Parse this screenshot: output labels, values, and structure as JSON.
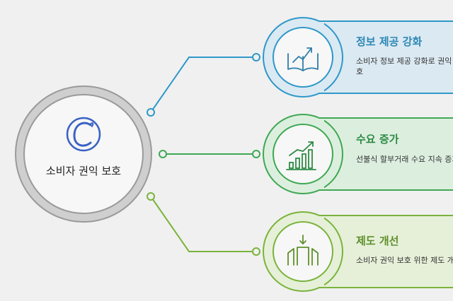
{
  "center": {
    "icon": "copyright-c-icon",
    "label": "소비자 권익 보호"
  },
  "items": [
    {
      "title": "정보 제공 강화",
      "desc": "소비자 정보 제공 강화로 권익 보호",
      "icon": "open-book-trend-icon",
      "accent": "#2e98c9",
      "fill": "#dbe9f2"
    },
    {
      "title": "수요 증가",
      "desc": "선불식 할부거래 수요 지속 증가",
      "icon": "bar-chart-growth-icon",
      "accent": "#3fa853",
      "fill": "#dcefdf"
    },
    {
      "title": "제도 개선",
      "desc": "소비자 권익 보호 위한 제도 개선",
      "icon": "building-arrow-down-icon",
      "accent": "#7ab33c",
      "fill": "#e6f0d8"
    }
  ]
}
